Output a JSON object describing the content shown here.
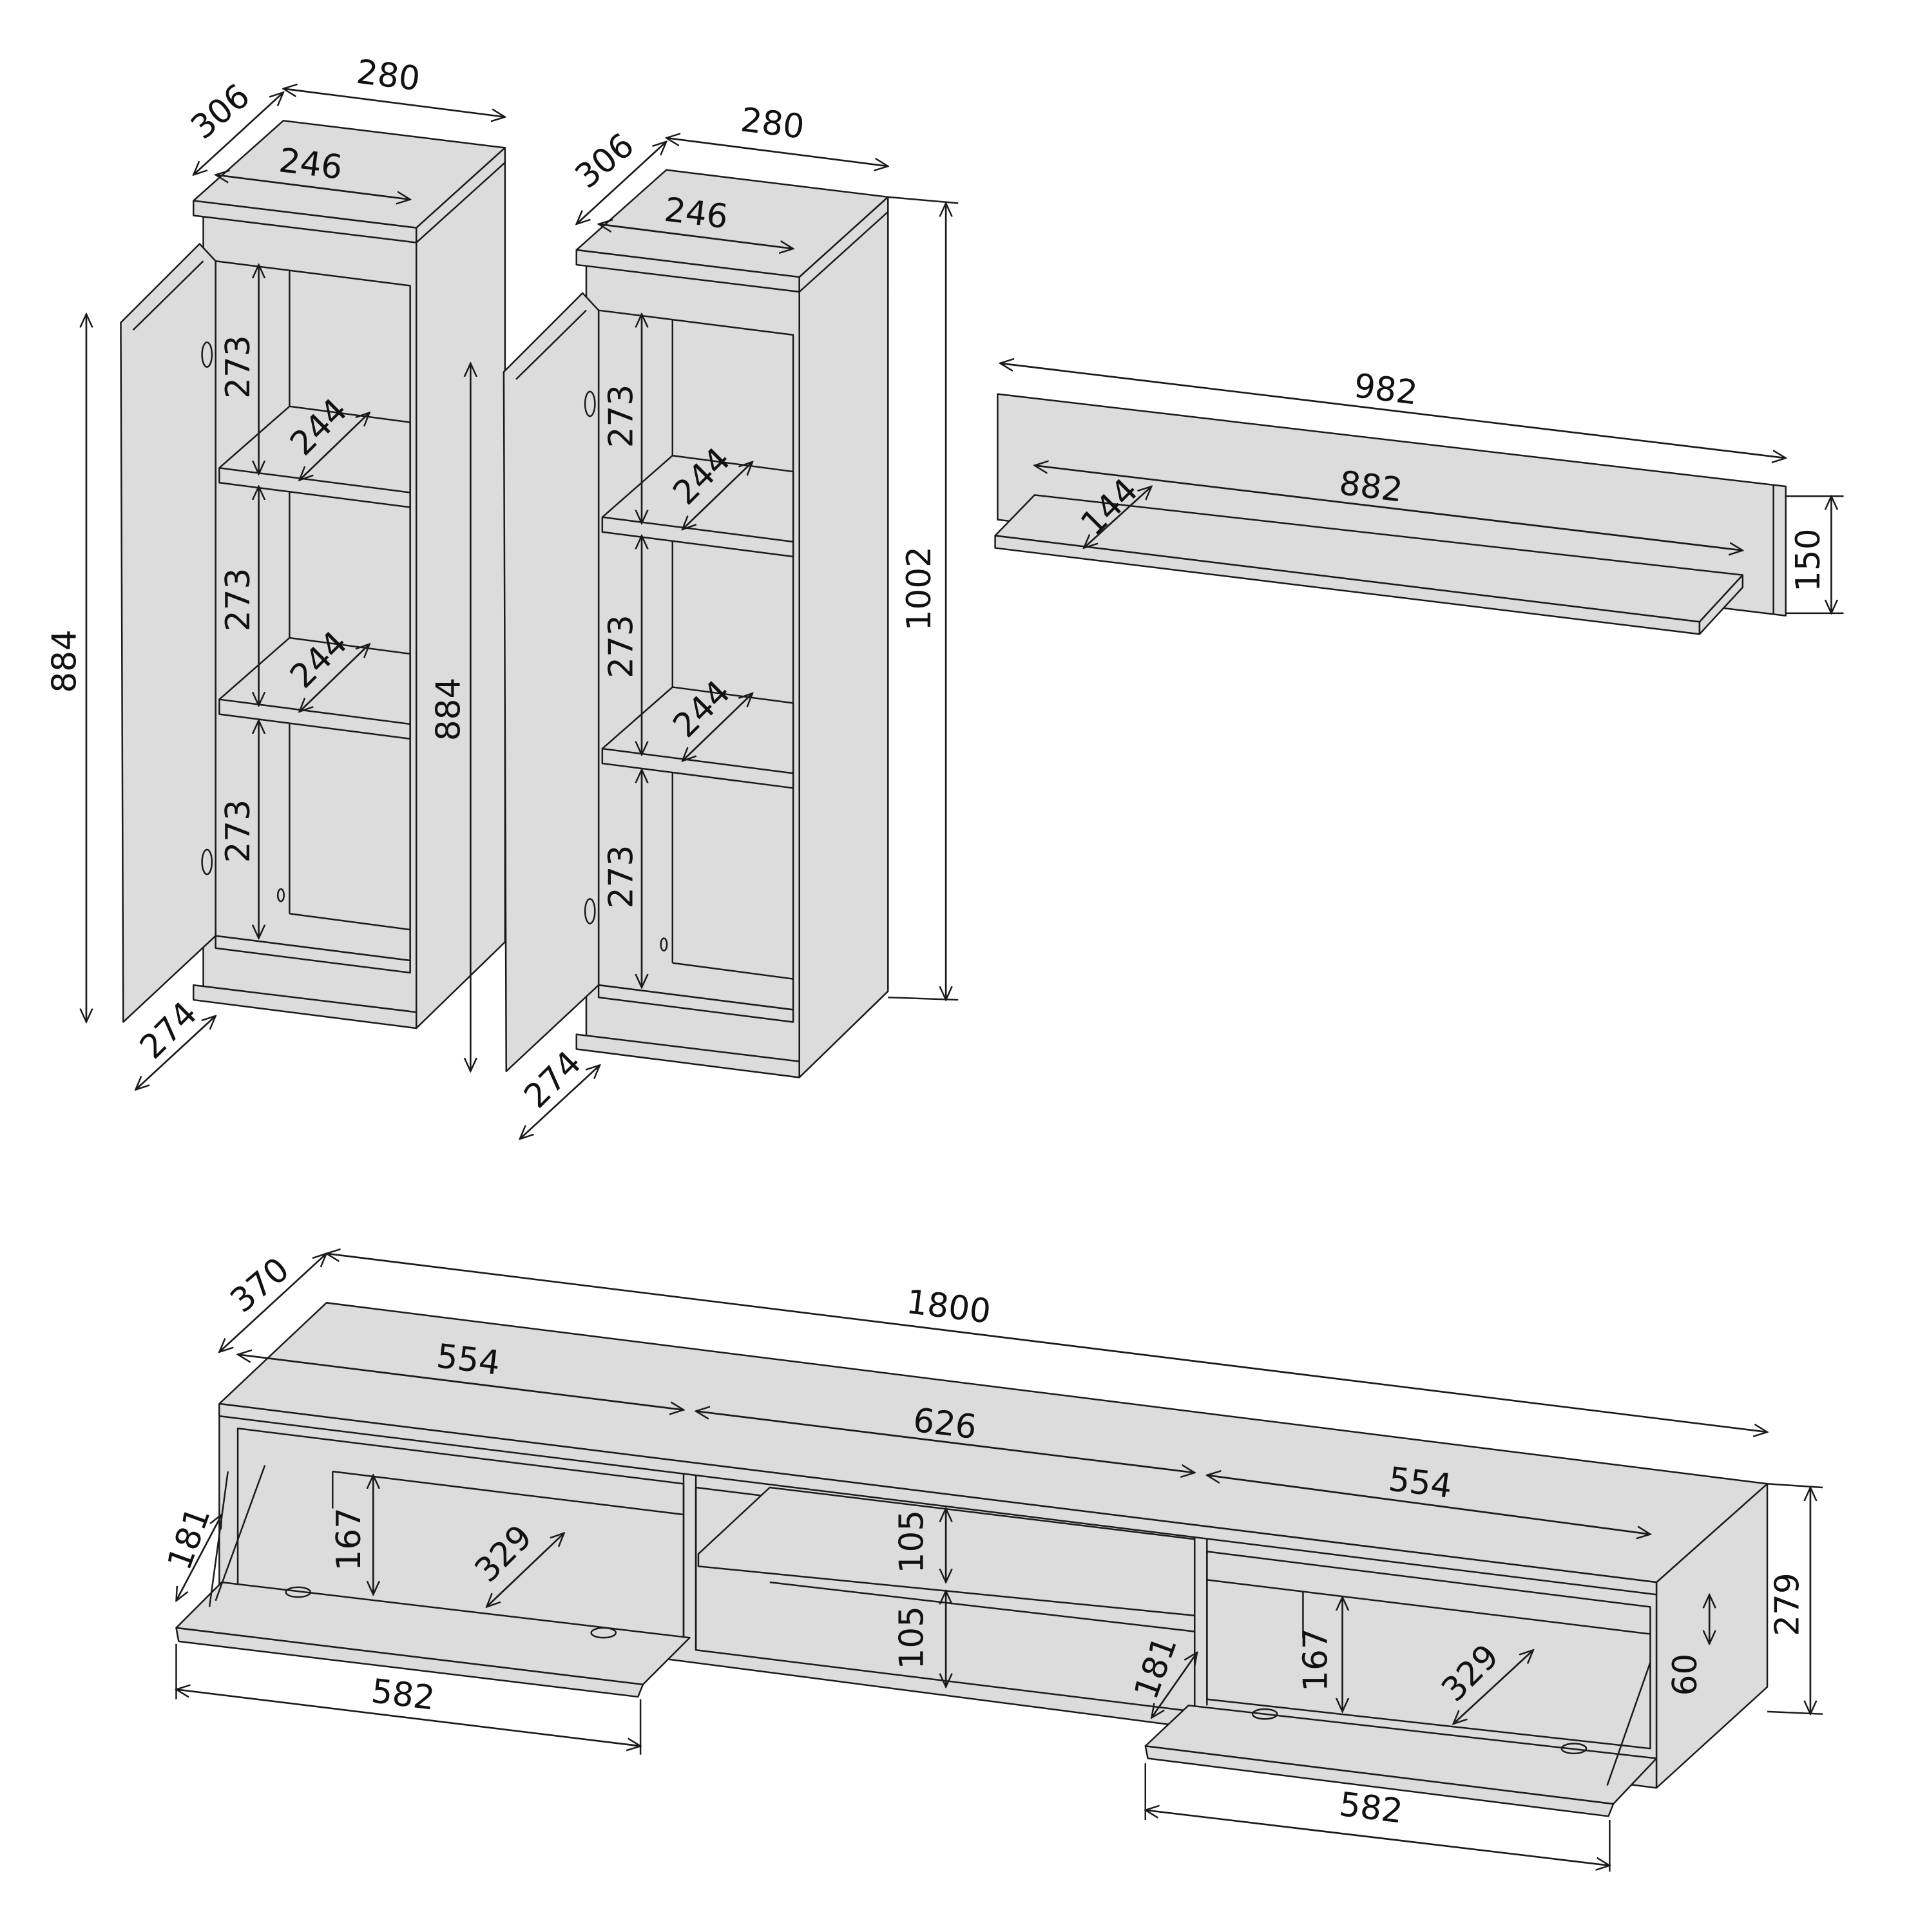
{
  "colors": {
    "panel_fill": "#dcdcdc",
    "line": "#1a1a1a",
    "background": "#ffffff"
  },
  "cabinet_left": {
    "depth_outer": "306",
    "width_outer": "280",
    "width_inner": "246",
    "shelf_gap_1": "273",
    "shelf_gap_2": "273",
    "shelf_gap_3": "273",
    "shelf_depth_1": "244",
    "shelf_depth_2": "244",
    "door_height": "884",
    "door_depth": "274"
  },
  "cabinet_right": {
    "depth_outer": "306",
    "width_outer": "280",
    "width_inner": "246",
    "shelf_gap_1": "273",
    "shelf_gap_2": "273",
    "shelf_gap_3": "273",
    "shelf_depth_1": "244",
    "shelf_depth_2": "244",
    "door_height": "884",
    "door_depth": "274",
    "total_height": "1002"
  },
  "wall_shelf": {
    "width_outer": "982",
    "width_inner": "882",
    "depth": "144",
    "height": "150"
  },
  "tv_stand": {
    "depth": "370",
    "width": "1800",
    "left_compartment": "554",
    "middle_compartment": "626",
    "right_compartment": "554",
    "left_flap_depth": "181",
    "left_inner_height": "167",
    "left_inner_depth": "329",
    "left_flap_width": "582",
    "middle_upper_height": "105",
    "middle_lower_height": "105",
    "right_flap_depth": "181",
    "right_inner_height": "167",
    "right_inner_depth": "329",
    "right_flap_width": "582",
    "total_height": "279",
    "leg_height": "60"
  }
}
